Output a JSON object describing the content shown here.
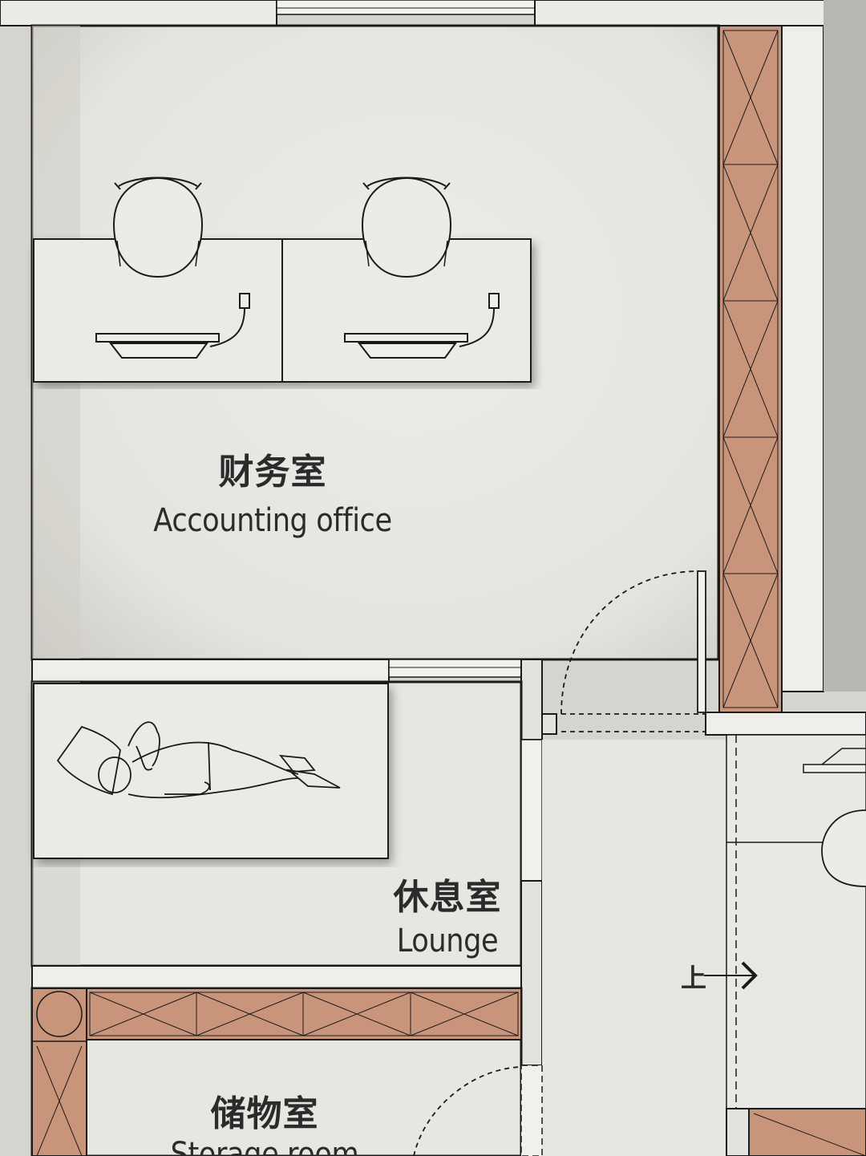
{
  "rooms": {
    "accounting": {
      "name_cn": "财务室",
      "name_en": "Accounting office"
    },
    "lounge": {
      "name_cn": "休息室",
      "name_en": "Lounge"
    },
    "storage": {
      "name_cn": "储物室",
      "name_en": "Storage room"
    }
  },
  "stair": {
    "label": "上"
  },
  "colors": {
    "floor": "#e9e8e4",
    "wall": "#f1f0ed",
    "line": "#1a1a1a",
    "cabinet": "#c9957a"
  },
  "icons": [
    "office-chair-icon",
    "laptop-icon",
    "power-socket-icon",
    "sleeping-person-icon",
    "door-swing-icon",
    "stair-arrow-icon"
  ]
}
